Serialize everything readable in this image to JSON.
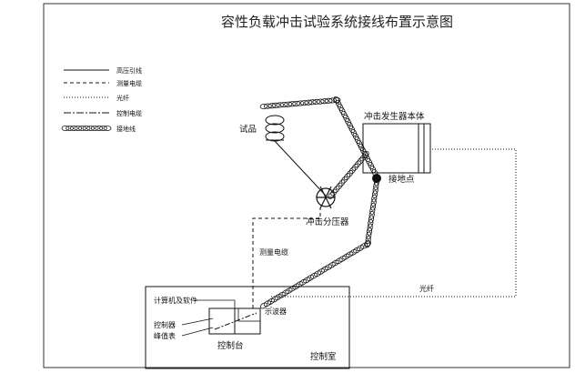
{
  "diagram": {
    "title": "容性负载冲击试验系统接线布置示意图",
    "legend": {
      "high_voltage_lead": "高压引线",
      "measurement_cable": "测量电缆",
      "optical_fiber": "光纤",
      "control_cable": "控制电缆",
      "ground_wire": "接地线"
    },
    "components": {
      "test_object": "试品",
      "generator_body": "冲击发生器本体",
      "grounding_point": "接地点",
      "voltage_divider": "冲击分压器",
      "measurement_cable_label": "测量电缆",
      "optical_fiber_label": "光纤",
      "computer_software": "计算机及软件",
      "controller": "控制器",
      "peak_meter": "峰值表",
      "oscilloscope": "示波器",
      "console": "控制台",
      "control_room": "控制室"
    }
  }
}
